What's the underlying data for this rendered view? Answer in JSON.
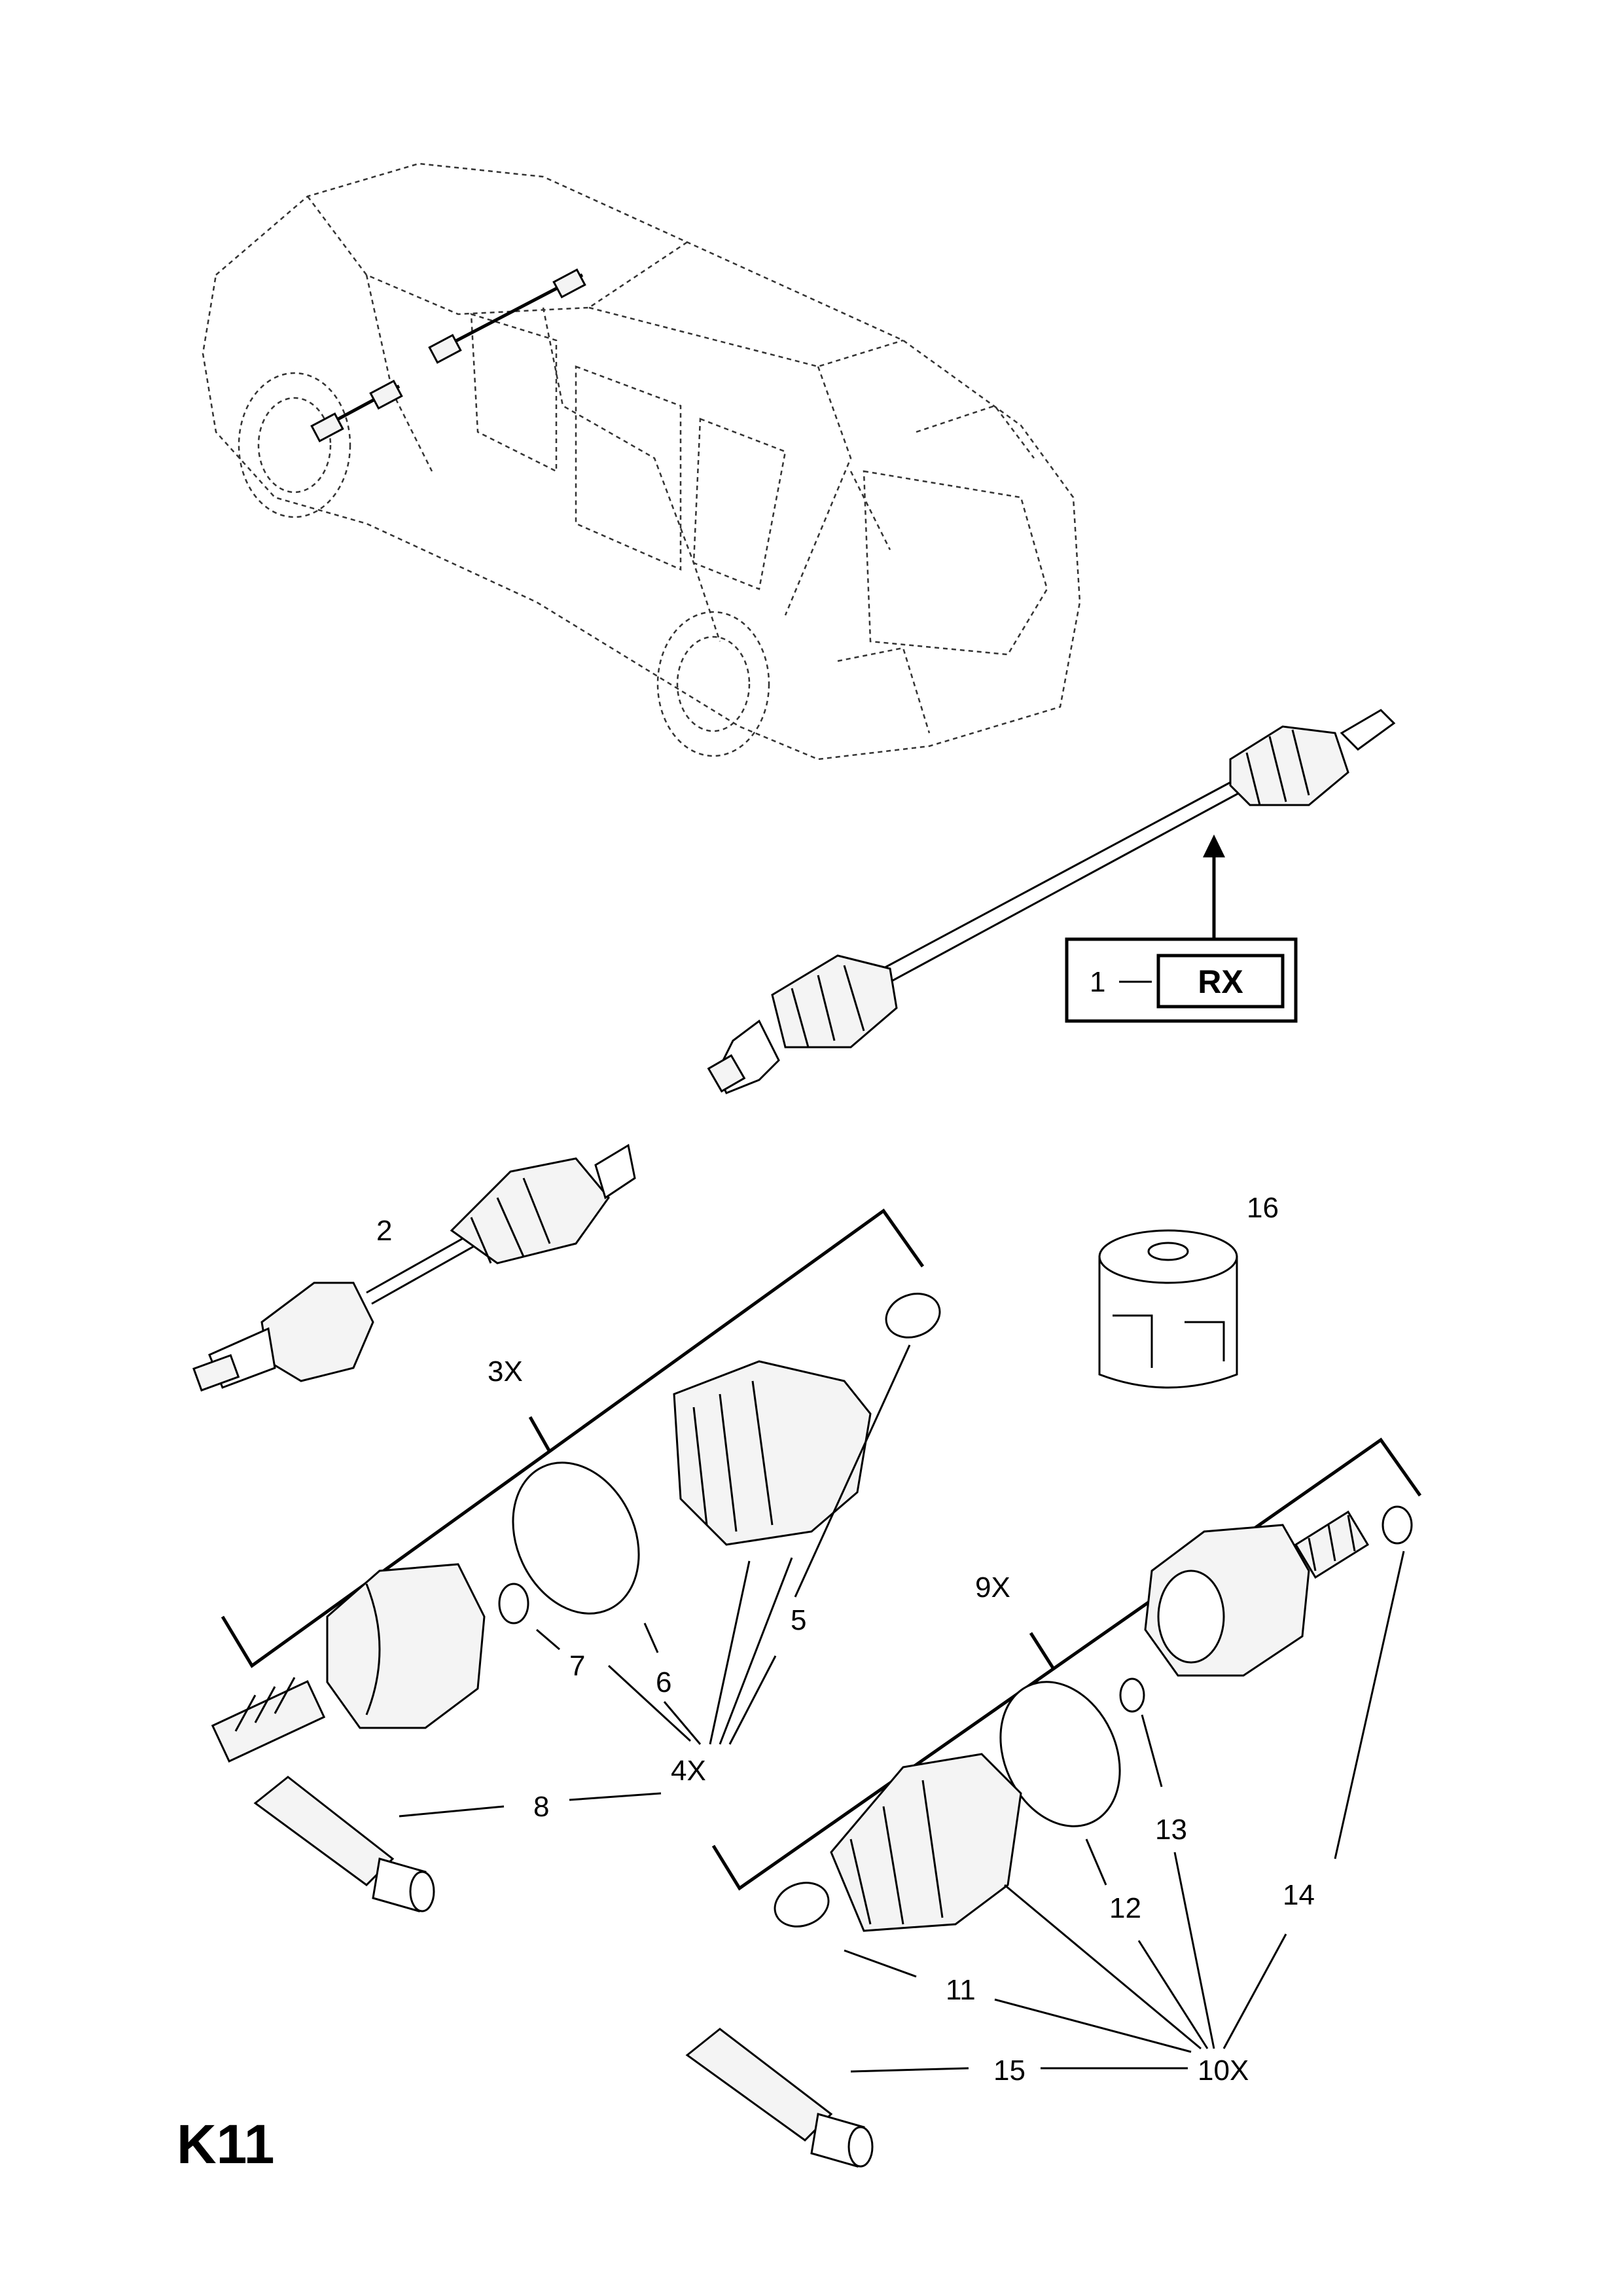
{
  "page_code": "K11",
  "reference_box": {
    "item": "1",
    "code": "RX"
  },
  "callouts": {
    "c1": "1",
    "c2": "2",
    "c3x": "3X",
    "c4x": "4X",
    "c5": "5",
    "c6": "6",
    "c7": "7",
    "c8": "8",
    "c9x": "9X",
    "c10x": "10X",
    "c11": "11",
    "c12": "12",
    "c13": "13",
    "c14": "14",
    "c15": "15",
    "c16": "16"
  }
}
